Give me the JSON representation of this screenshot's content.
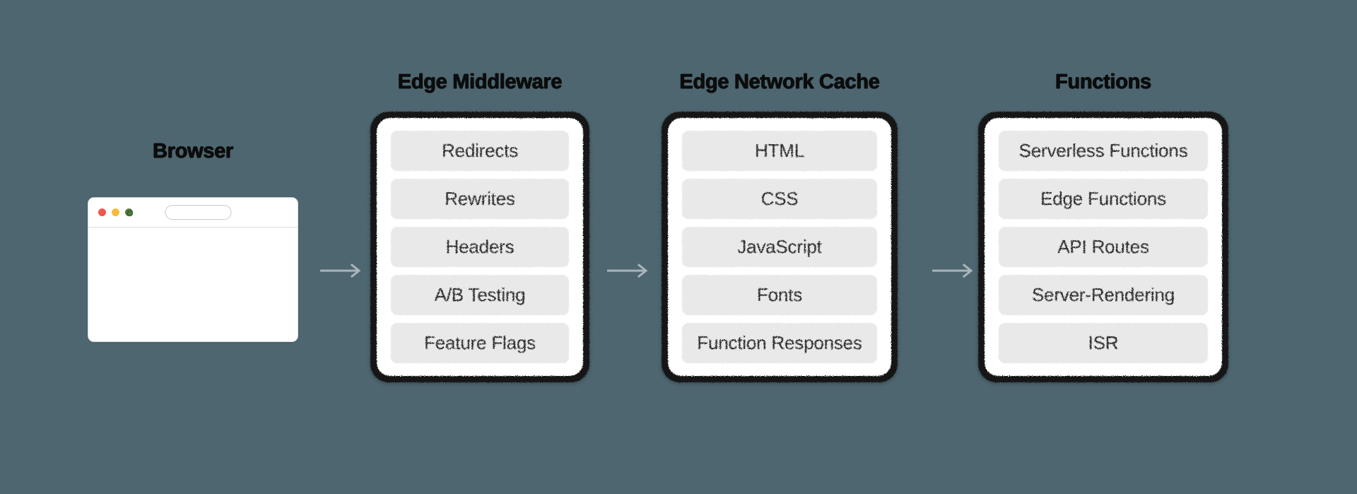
{
  "background_color": "#4d6670",
  "browser": {
    "title": "Browser",
    "traffic_lights": [
      {
        "name": "close-dot",
        "color": "#f1574c"
      },
      {
        "name": "minimize-dot",
        "color": "#f5bb3e"
      },
      {
        "name": "maximize-dot",
        "color": "#4f7a3c"
      }
    ],
    "url_bar_value": ""
  },
  "arrows": [
    {
      "name": "arrow-browser-to-middleware",
      "color": "#a9b5b9"
    },
    {
      "name": "arrow-middleware-to-cache",
      "color": "#a9b5b9"
    },
    {
      "name": "arrow-cache-to-functions",
      "color": "#a9b5b9"
    }
  ],
  "cards": [
    {
      "id": "edge-middleware",
      "title": "Edge Middleware",
      "border_color": "#141414",
      "pill_color": "#e9e9e9",
      "items": [
        "Redirects",
        "Rewrites",
        "Headers",
        "A/B Testing",
        "Feature Flags"
      ]
    },
    {
      "id": "edge-network-cache",
      "title": "Edge Network Cache",
      "border_color": "#141414",
      "pill_color": "#e9e9e9",
      "items": [
        "HTML",
        "CSS",
        "JavaScript",
        "Fonts",
        "Function Responses"
      ]
    },
    {
      "id": "functions",
      "title": "Functions",
      "border_color": "#141414",
      "pill_color": "#e9e9e9",
      "items": [
        "Serverless Functions",
        "Edge Functions",
        "API Routes",
        "Server-Rendering",
        "ISR"
      ]
    }
  ]
}
